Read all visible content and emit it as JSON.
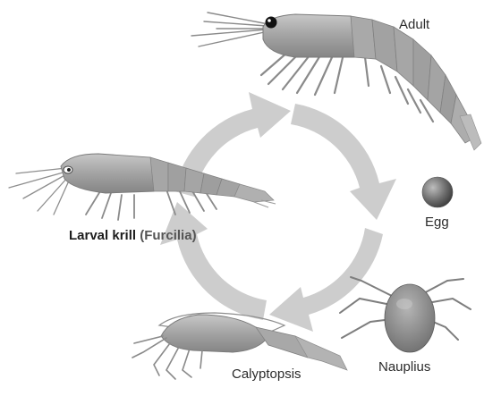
{
  "labels": {
    "adult": "Adult",
    "egg": "Egg",
    "nauplius": "Nauplius",
    "calyptopsis": "Calyptopsis",
    "larval_main": "Larval krill",
    "larval_paren": "(Furcilia)"
  },
  "colors": {
    "arrow": "#cdcdcd",
    "body": "#a9a9a9",
    "body_dark": "#7d7d7d",
    "leg": "#8c8c8c",
    "egg": "#707070"
  },
  "icons": [
    "cycle-arrows-icon",
    "adult-krill-icon",
    "egg-icon",
    "nauplius-icon",
    "calyptopsis-icon",
    "furcilia-icon"
  ]
}
